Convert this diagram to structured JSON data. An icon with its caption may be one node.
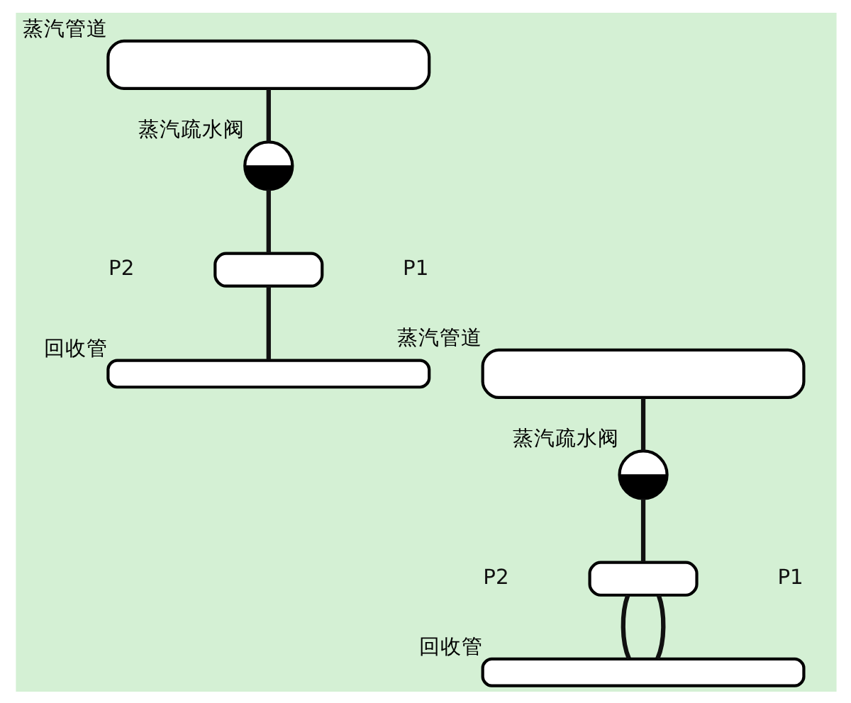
{
  "diagram": {
    "nodes": [
      {
        "text": [
          "蒸汽管道"
        ]
      },
      {
        "text": [
          "蒸汽疏水阀"
        ]
      },
      {
        "text": [],
        "shape": "box"
      },
      {
        "text": [
          "回收管"
        ]
      },
      {
        "text": [
          "蒸汽管道"
        ]
      },
      {
        "text": [
          "蒸汽疏水阀"
        ]
      },
      {
        "text": [],
        "shape": "box"
      },
      {
        "text": [
          "回收管"
        ]
      }
    ],
    "edges": [
      {
        "from": 0,
        "to": 1,
        "arrow": "none"
      },
      {
        "from": 1,
        "to": 2,
        "arrow": "none"
      },
      {
        "from": 2,
        "to": 3,
        "arrow": "none"
      },
      {
        "from": 4,
        "to": 5,
        "arrow": "none"
      },
      {
        "from": 5,
        "to": 6,
        "arrow": "none"
      },
      {
        "from": 6,
        "to": 7,
        "arrow": "none"
      },
      {
        "from": 6,
        "to": 7,
        "arrow": "none"
      }
    ],
    "labels": [
      "P1",
      "P2",
      "P1",
      "P2"
    ]
  }
}
